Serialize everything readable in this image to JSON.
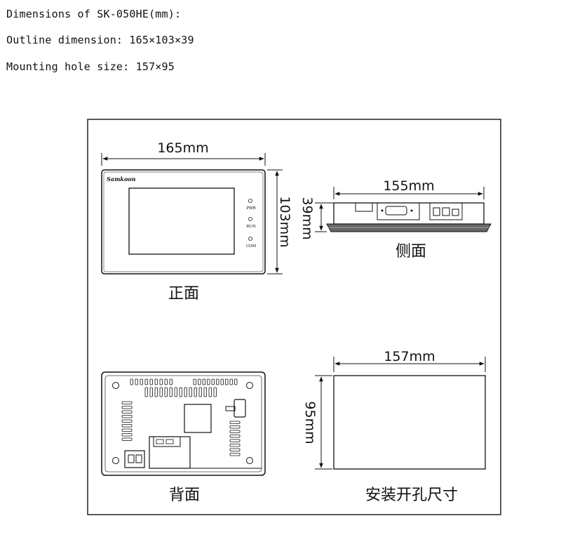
{
  "specs": {
    "title": "Dimensions of SK-050HE(mm):",
    "outline": "Outline dimension: 165×103×39",
    "mounting": "Mounting hole size: 157×95"
  },
  "front": {
    "width_label": "165mm",
    "height_label": "103mm",
    "brand": "Samkoon",
    "leds": [
      "PWR",
      "RUN",
      "COM"
    ],
    "caption": "正面"
  },
  "side": {
    "width_label": "155mm",
    "depth_label": "39mm",
    "caption": "侧面"
  },
  "back": {
    "caption": "背面"
  },
  "cutout": {
    "width_label": "157mm",
    "height_label": "95mm",
    "caption": "安装开孔尺寸"
  }
}
